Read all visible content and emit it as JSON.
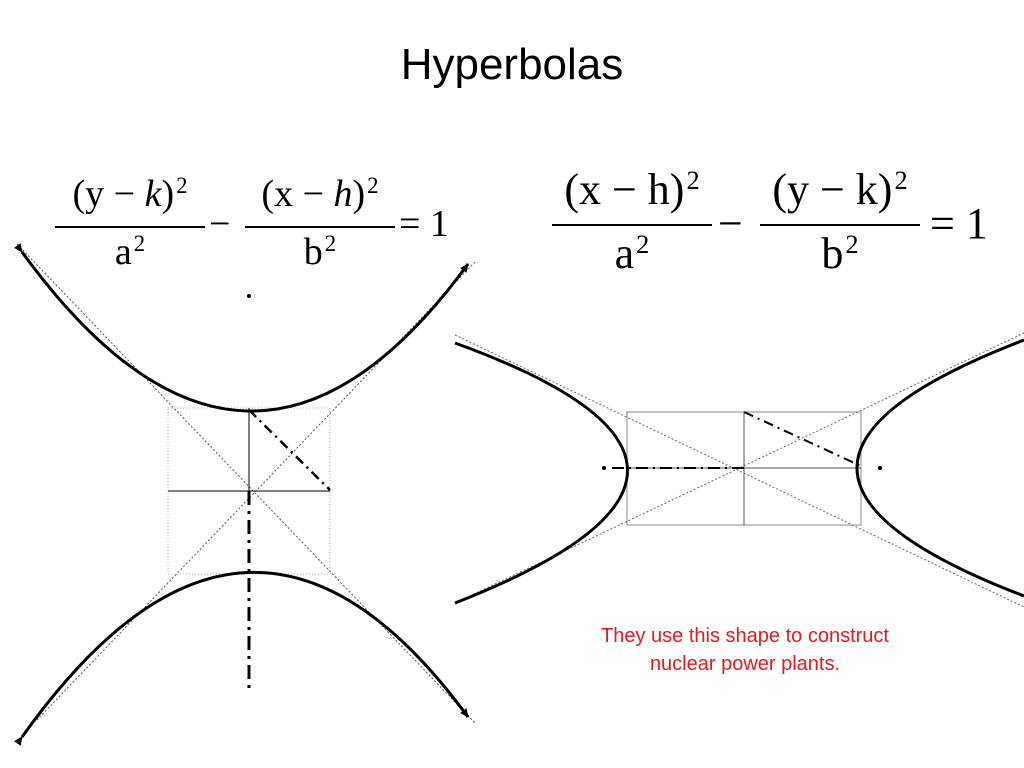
{
  "slide": {
    "title": "Hyperbolas",
    "caption_line1": "They use this shape to construct",
    "caption_line2": "nuclear power plants.",
    "caption_color": "#e8191c"
  },
  "equation_vertical": {
    "term1_num_open": "(y − ",
    "term1_num_var": "k",
    "term1_num_close": ")",
    "term1_num_exp": "2",
    "term1_den_base": "a",
    "term1_den_exp": "2",
    "minus": "−",
    "term2_num_open": "(x − ",
    "term2_num_var": "h",
    "term2_num_close": ")",
    "term2_num_exp": "2",
    "term2_den_base": "b",
    "term2_den_exp": "2",
    "equals": "= 1"
  },
  "equation_horizontal": {
    "term1_num": "(x − h)",
    "term1_num_exp": "2",
    "term1_den_base": "a",
    "term1_den_exp": "2",
    "minus": "−",
    "term2_num": "(y − k)",
    "term2_num_exp": "2",
    "term2_den_base": "b",
    "term2_den_exp": "2",
    "equals": "= 1"
  }
}
